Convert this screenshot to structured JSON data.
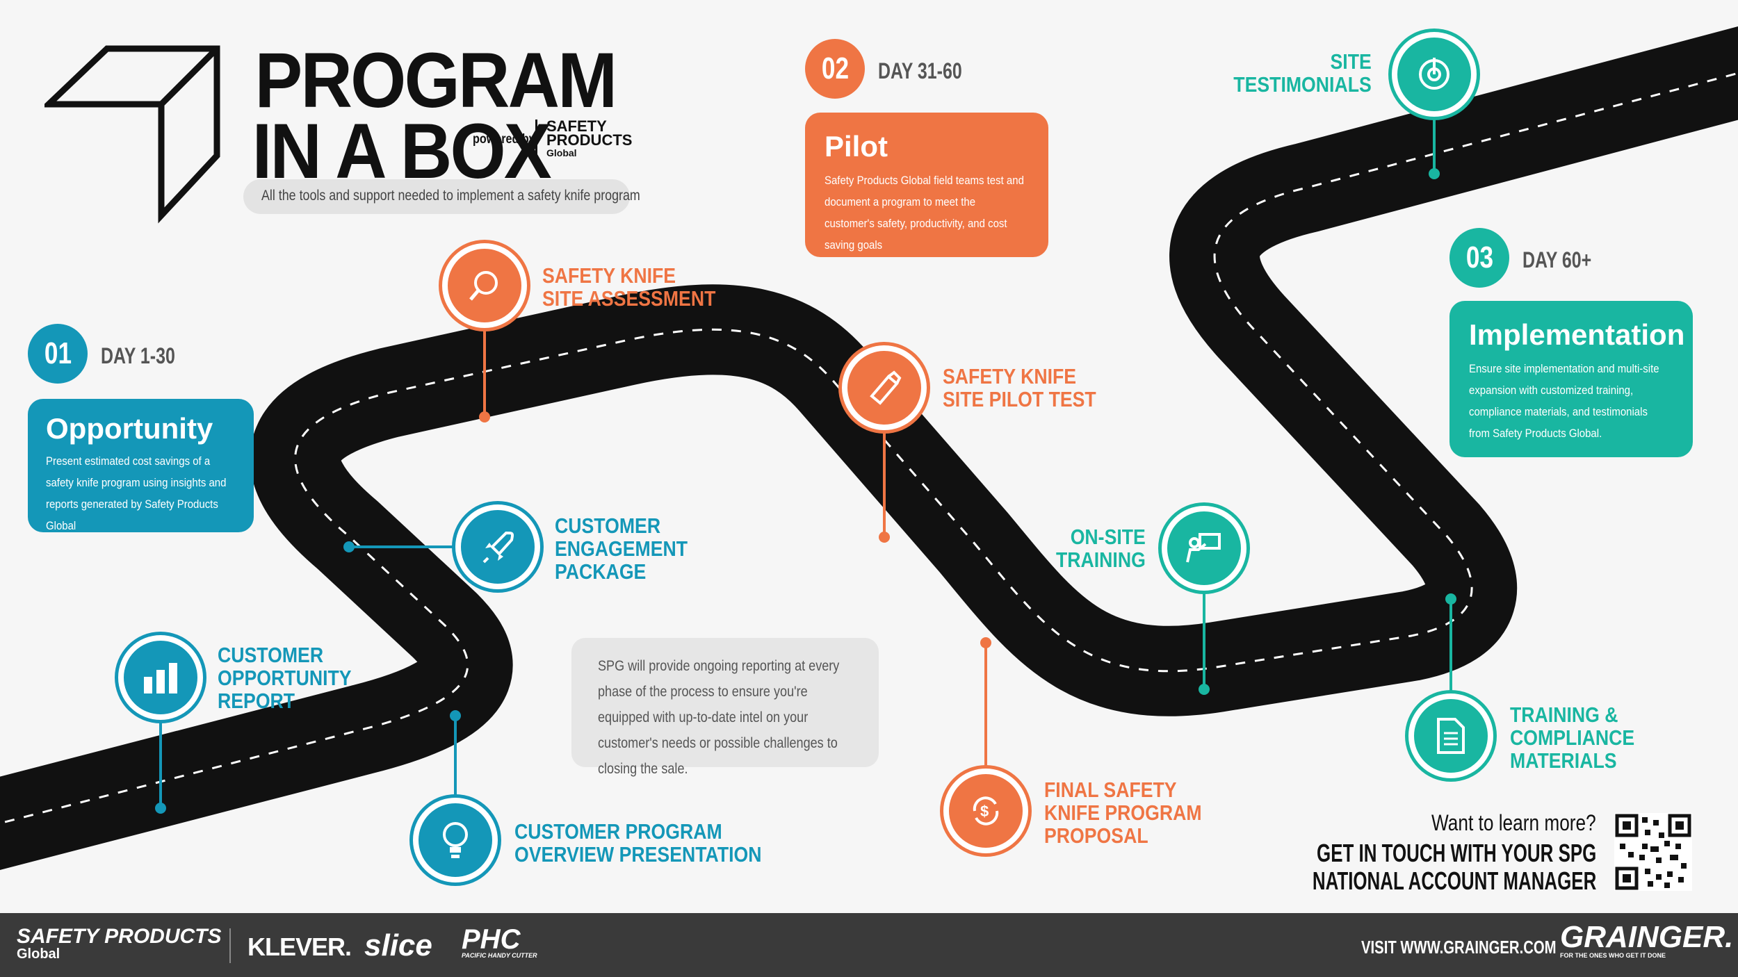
{
  "header": {
    "title_line1": "PROGRAM",
    "title_line2": "IN A BOX",
    "powered_by": "powered by",
    "brand_line1": "SAFETY",
    "brand_line2": "PRODUCTS",
    "brand_line3": "Global",
    "tagline": "All the tools and support needed to implement a safety knife program"
  },
  "phases": [
    {
      "number": "01",
      "day": "DAY 1-30",
      "title": "Opportunity",
      "text": "Present estimated cost savings of a safety knife program using insights and reports generated by Safety Products Global",
      "color": "#1497b8"
    },
    {
      "number": "02",
      "day": "DAY 31-60",
      "title": "Pilot",
      "text": "Safety Products Global field teams test and document a program to meet the customer's safety, productivity, and cost saving goals",
      "color": "#ef7544"
    },
    {
      "number": "03",
      "day": "DAY 60+",
      "title": "Implementation",
      "text": "Ensure site implementation and multi-site expansion with customized training, compliance materials, and testimonials from Safety Products Global.",
      "color": "#19b6a1"
    }
  ],
  "milestones": {
    "report": {
      "line1": "CUSTOMER",
      "line2": "OPPORTUNITY",
      "line3": "REPORT",
      "icon": "bar-chart-icon"
    },
    "presentation": {
      "line1": "CUSTOMER PROGRAM",
      "line2": "OVERVIEW PRESENTATION",
      "icon": "lightbulb-icon"
    },
    "engagement": {
      "line1": "CUSTOMER",
      "line2": "ENGAGEMENT",
      "line3": "PACKAGE",
      "icon": "rocket-icon"
    },
    "assessment": {
      "line1": "SAFETY KNIFE",
      "line2": "SITE ASSESSMENT",
      "icon": "search-icon"
    },
    "pilot_test": {
      "line1": "SAFETY KNIFE",
      "line2": "SITE PILOT TEST",
      "icon": "knife-icon"
    },
    "proposal": {
      "line1": "FINAL SAFETY",
      "line2": "KNIFE PROGRAM",
      "line3": "PROPOSAL",
      "icon": "dollar-cycle-icon"
    },
    "training": {
      "line1": "ON-SITE",
      "line2": "TRAINING",
      "icon": "presenter-icon"
    },
    "testimonials": {
      "line1": "SITE",
      "line2": "TESTIMONIALS",
      "icon": "target-icon"
    },
    "compliance": {
      "line1": "TRAINING &",
      "line2": "COMPLIANCE",
      "line3": "MATERIALS",
      "icon": "document-icon"
    }
  },
  "reporting_note": "SPG will provide ongoing reporting at every phase of the process to ensure you're equipped with up-to-date intel on your customer's needs or possible challenges to closing the sale.",
  "cta": {
    "question": "Want to learn more?",
    "line1": "GET IN TOUCH WITH YOUR SPG",
    "line2": "NATIONAL ACCOUNT MANAGER"
  },
  "footer": {
    "brand1_line1": "SAFETY PRODUCTS",
    "brand1_line2": "Global",
    "brand2": "KLEVER.",
    "brand3": "slice",
    "brand4": "PHC",
    "brand4_sub": "PACIFIC HANDY CUTTER",
    "url": "VISIT WWW.GRAINGER.COM",
    "partner": "GRAINGER.",
    "partner_sub": "FOR THE ONES WHO GET IT DONE"
  },
  "colors": {
    "blue": "#1497b8",
    "orange": "#ef7544",
    "teal": "#19b6a1",
    "road": "#111111",
    "footer": "#3a3a3a"
  }
}
